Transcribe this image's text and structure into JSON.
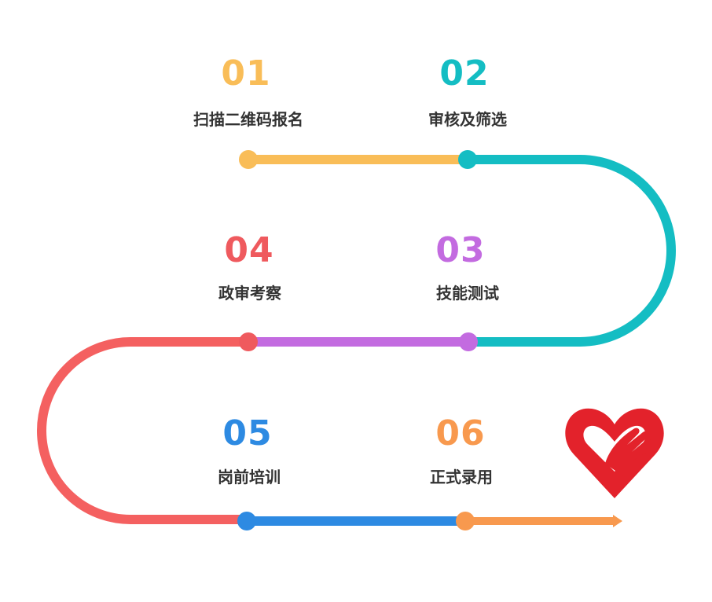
{
  "steps": [
    {
      "number": "01",
      "label": "扫描二维码报名",
      "color": "#F9BD58"
    },
    {
      "number": "02",
      "label": "审核及筛选",
      "color": "#14BDC3"
    },
    {
      "number": "03",
      "label": "技能测试",
      "color": "#C36BE0"
    },
    {
      "number": "04",
      "label": "政审考察",
      "color": "#EF5A5E"
    },
    {
      "number": "05",
      "label": "岗前培训",
      "color": "#2D8AE2"
    },
    {
      "number": "06",
      "label": "正式录用",
      "color": "#F8994E"
    }
  ],
  "logo": {
    "name": "volunteer-heart-logo-icon",
    "color": "#E3222B"
  }
}
